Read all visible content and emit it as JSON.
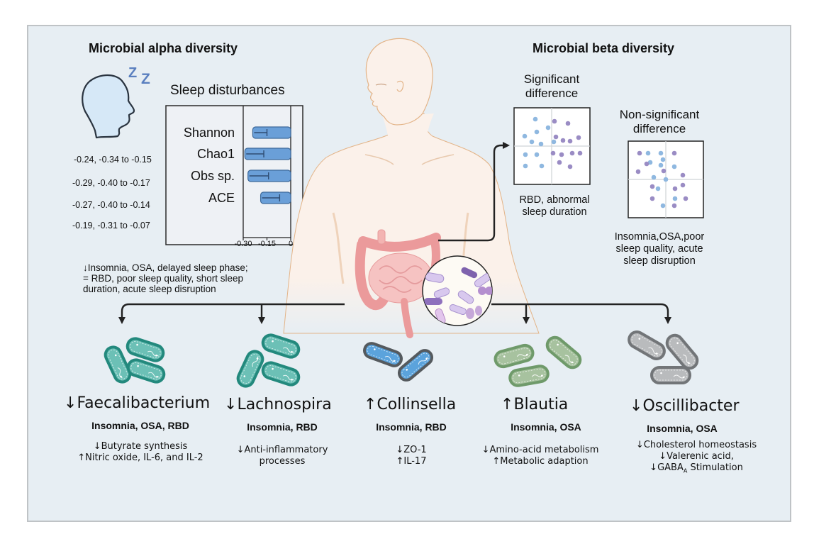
{
  "alpha": {
    "title": "Microbial alpha diversity",
    "icons": {
      "head": "sleeping-head-icon",
      "zz": "Z",
      "zz2": "Z"
    },
    "ci_labels": [
      "-0.24, -0.34 to -0.15",
      "-0.29, -0.40 to -0.17",
      "-0.27, -0.40 to -0.14",
      "-0.19, -0.31 to -0.07"
    ],
    "summary": [
      "↓Insomnia, OSA, delayed sleep phase;",
      "= RBD, poor sleep quality, short sleep",
      "duration, acute sleep disruption"
    ]
  },
  "chart_data": {
    "type": "bar",
    "orientation": "horizontal",
    "title": "Sleep disturbances",
    "categories": [
      "Shannon",
      "Chao1",
      "Obs sp.",
      "ACE"
    ],
    "values": [
      -0.24,
      -0.29,
      -0.27,
      -0.19
    ],
    "ci_low": [
      -0.34,
      -0.4,
      -0.4,
      -0.31
    ],
    "ci_high": [
      -0.15,
      -0.17,
      -0.14,
      -0.07
    ],
    "xlim": [
      -0.3,
      0
    ],
    "xticks": [
      "-0.30",
      "-0.15",
      "0"
    ],
    "xtick_values": [
      -0.3,
      -0.15,
      0
    ],
    "bar_color": "#6a9fd8",
    "xlabel": "",
    "ylabel": ""
  },
  "beta": {
    "title": "Microbial beta diversity",
    "significant": {
      "title_lines": [
        "Significant",
        "difference"
      ],
      "caption_lines": [
        "RBD, abnormal",
        "sleep duration"
      ]
    },
    "nonsignificant": {
      "title_lines": [
        "Non-significant",
        "difference"
      ],
      "caption_lines": [
        "Insomnia,OSA,poor",
        "sleep quality, acute",
        "sleep disruption"
      ]
    },
    "colors": {
      "group_a": "#8fb8e0",
      "group_b": "#9a8cc4"
    }
  },
  "genera": [
    {
      "name": "Faecalibacterium",
      "direction": "↓",
      "conditions": "Insomnia, OSA, RBD",
      "effects": [
        "↓Butyrate synthesis",
        "↑Nitric oxide, IL-6, and IL-2"
      ],
      "color_fill": "#6cc0b6",
      "color_stroke": "#23897d"
    },
    {
      "name": "Lachnospira",
      "direction": "↓",
      "conditions": "Insomnia, RBD",
      "effects": [
        "↓Anti-inflammatory",
        "processes"
      ],
      "color_fill": "#6cc0b6",
      "color_stroke": "#23897d"
    },
    {
      "name": "Collinsella",
      "direction": "↑",
      "conditions": "Insomnia, RBD",
      "effects": [
        "↓ZO-1",
        "↑IL-17"
      ],
      "color_fill": "#5ba3dc",
      "color_stroke": "#555a5e"
    },
    {
      "name": "Blautia",
      "direction": "↑",
      "conditions": "Insomnia, OSA",
      "effects": [
        "↓Amino-acid metabolism",
        "↑Metabolic adaption"
      ],
      "color_fill": "#a7c29f",
      "color_stroke": "#6f9a6a"
    },
    {
      "name": "Oscillibacter",
      "direction": "↓",
      "conditions": "Insomnia, OSA",
      "effects": [
        "↓Cholesterol homeostasis",
        "↓Valerenic acid,",
        "↓GABA",
        "A",
        " Stimulation"
      ],
      "color_fill": "#b9bbbd",
      "color_stroke": "#727578"
    }
  ]
}
